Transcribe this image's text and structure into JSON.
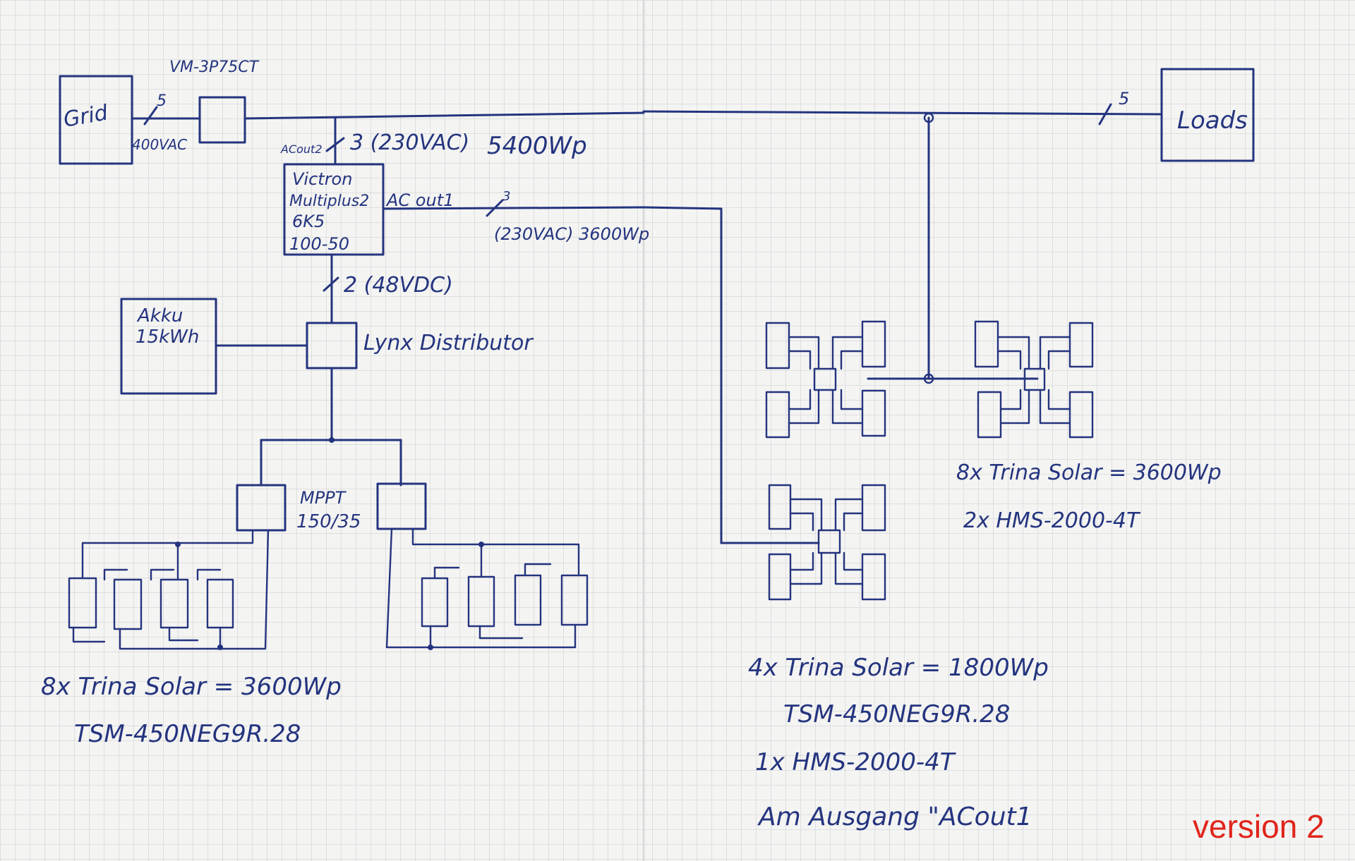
{
  "labels": {
    "grid": "Grid",
    "grid_conductors": "5",
    "grid_voltage": "400VAC",
    "meter": "VM-3P75CT",
    "ac_out2": "ACout2",
    "ac_out2_spec": "3 (230VAC)",
    "ac_out2_power": "5400Wp",
    "inverter_line1": "Victron",
    "inverter_line2": "Multiplus2",
    "inverter_line3": "6K5",
    "inverter_line4": "100-50",
    "ac_out1": "AC out1",
    "ac_out1_conductors": "3",
    "ac_out1_spec": "(230VAC) 3600Wp",
    "dc_link": "2 (48VDC)",
    "battery_line1": "Akku",
    "battery_line2": "15kWh",
    "distributor": "Lynx Distributor",
    "mppt_line1": "MPPT",
    "mppt_line2": "150/35",
    "left_array_line1": "8x Trina Solar  =  3600Wp",
    "left_array_line2": "TSM-450NEG9R.28",
    "loads": "Loads",
    "loads_conductors": "5",
    "right_array_line1": "8x Trina Solar = 3600Wp",
    "right_array_line2": "2x HMS-2000-4T",
    "bottom_array_line1": "4x Trina Solar = 1800Wp",
    "bottom_array_line2": "TSM-450NEG9R.28",
    "bottom_array_line3": "1x HMS-2000-4T",
    "bottom_array_line4": "Am Ausgang \"ACout1",
    "version": "version 2"
  },
  "colors": {
    "ink": "#24347f",
    "version": "#e0261d",
    "paper": "#f4f4f2",
    "grid_lines": "#c9cacd"
  }
}
